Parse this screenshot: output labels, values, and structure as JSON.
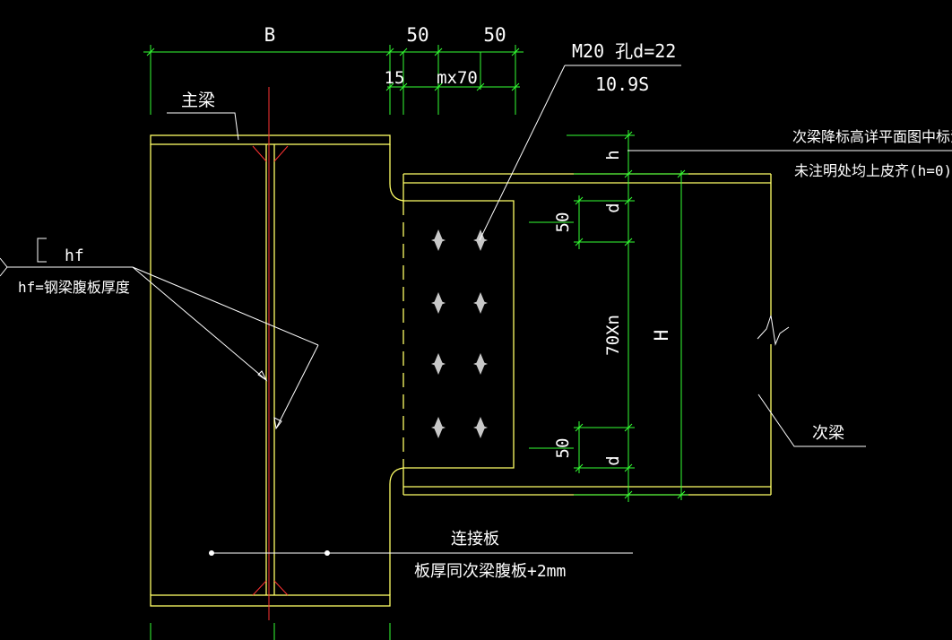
{
  "colors": {
    "background": "#000000",
    "beam_outline": "#ffff66",
    "dimension": "#33ff33",
    "leader": "#ffffff",
    "centerline": "#ff3333",
    "bolt": "#c8c8c8"
  },
  "labels": {
    "main_beam": "主梁",
    "secondary_beam": "次梁",
    "bolt_spec_line1": "M20 孔d=22",
    "bolt_spec_line2": "10.9S",
    "elevation_note_line1": "次梁降标高详平面图中标注",
    "elevation_note_line2": "未注明处均上皮齐(h=0)",
    "weld_symbol": "hf",
    "weld_note": "hf=钢梁腹板厚度",
    "plate_title": "连接板",
    "plate_note": "板厚同次梁腹板+2mm"
  },
  "dimensions": {
    "B": "B",
    "d15": "15",
    "d50_top_left": "50",
    "d50_top_right": "50",
    "m_spacing": "mx70",
    "h": "h",
    "d_top": "d",
    "d_bottom": "d",
    "v50_top": "50",
    "v50_bottom": "50",
    "n_spacing": "70Xn",
    "H": "H"
  }
}
